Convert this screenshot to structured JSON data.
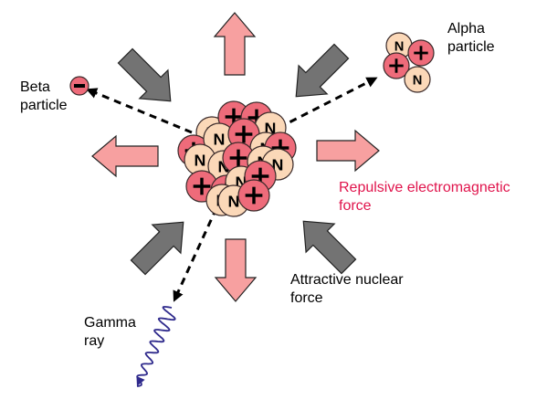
{
  "colors": {
    "attractive_arrow": "#737373",
    "repulsive_arrow": "#f7a0a0",
    "proton": "#ee6b7a",
    "neutron": "#fbd8b8",
    "dashed_arrow": "#000000",
    "gamma_wave": "#2f2a8c",
    "repulsive_label": "#e0144c"
  },
  "labels": {
    "alpha": "Alpha\nparticle",
    "beta": "Beta\nparticle",
    "gamma": "Gamma\nray",
    "repulsive": "Repulsive electromagnetic\nforce",
    "attractive": "Attractive nuclear\nforce"
  },
  "particles": {
    "neutron_symbol": "N",
    "proton_symbol": "+",
    "electron_symbol": "−"
  }
}
